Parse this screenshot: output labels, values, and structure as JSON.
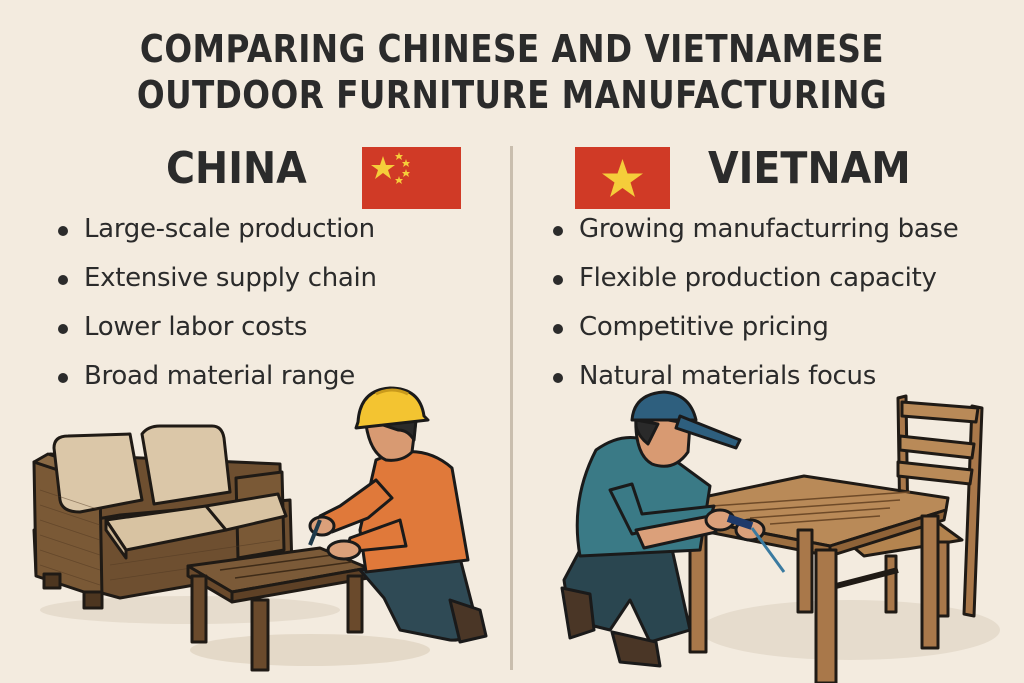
{
  "title": {
    "line1": "COMPARING CHINESE AND VIETNAMESE",
    "line2": "OUTDOOR FURNITURE MANUFACTURING"
  },
  "china": {
    "name": "CHINA",
    "flag": {
      "icon": "china-flag-icon",
      "background": "#d03a26",
      "star_color": "#f5cd3a"
    },
    "points": [
      "Large-scale production",
      "Extensive supply chain",
      "Lower labor costs",
      "Broad material range"
    ],
    "illustration": "worker-with-hard-hat-assembling-wicker-sofa-and-coffee-table"
  },
  "vietnam": {
    "name": "VIETNAM",
    "flag": {
      "icon": "vietnam-flag-icon",
      "background": "#d03a26",
      "star_color": "#f5cd3a"
    },
    "points": [
      "Growing manufacturring base",
      "Flexible production capacity",
      "Competitive pricing",
      "Natural materials focus"
    ],
    "illustration": "worker-with-cap-assembling-wooden-table-and-chair"
  },
  "colors": {
    "background": "#f3ebdf",
    "text": "#2b2b2b",
    "divider": "#c9beae"
  }
}
